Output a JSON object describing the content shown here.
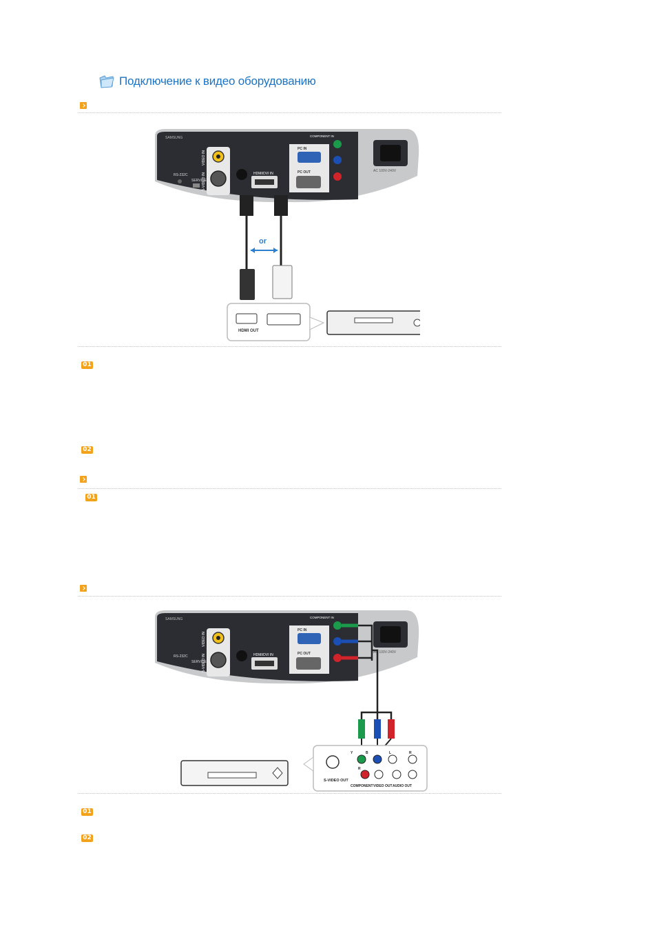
{
  "page": {
    "title": "Подключение к видео оборудованию",
    "step_numbers": [
      "01",
      "02"
    ]
  },
  "panel": {
    "brand": "SAMSUNG",
    "labels": {
      "video_in": "VIDEO IN",
      "svideo_in": "S-VIDEO IN",
      "rs232c": "RS-232C",
      "service": "SERVICE",
      "hdmi_dvi_in": "HDMI/DVI IN",
      "component_in": "COMPONENT IN",
      "pc_in": "PC IN",
      "pc_out": "PC OUT",
      "ac": "AC 100V-240V"
    }
  },
  "figure1": {
    "or_label": "or",
    "hdmi_out": "HDMI OUT"
  },
  "figure2": {
    "svideo_out": "S-VIDEO OUT",
    "component_out": "COMPONENT",
    "video_out": "VIDEO OUT",
    "audio_out": "AUDIO OUT",
    "jack_y": "Y",
    "jack_pb": "B",
    "jack_pr": "R",
    "jack_l": "L",
    "jack_r": "R"
  },
  "colors": {
    "accent": "#1a73c6",
    "badge": "#f3a21b",
    "divider": "#b9d66a",
    "panel": "#2b2d33",
    "green": "#1a9a4a",
    "blue": "#1c4fb4",
    "red": "#d0232a"
  }
}
